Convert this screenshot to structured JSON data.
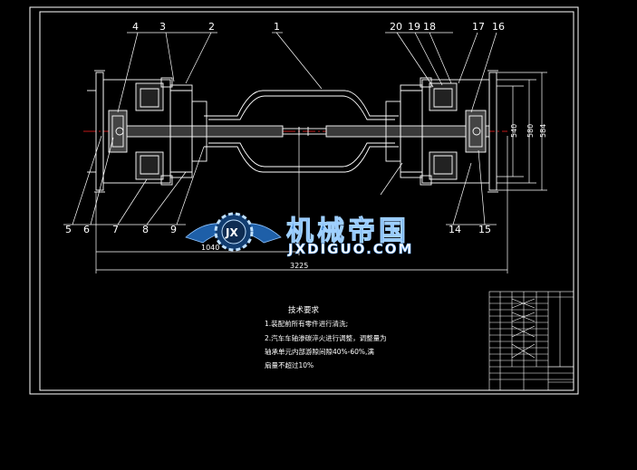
{
  "part_labels": [
    {
      "id": "p1",
      "text": "1"
    },
    {
      "id": "p2",
      "text": "2"
    },
    {
      "id": "p3",
      "text": "3"
    },
    {
      "id": "p4",
      "text": "4"
    },
    {
      "id": "p5",
      "text": "5"
    },
    {
      "id": "p6",
      "text": "6"
    },
    {
      "id": "p7",
      "text": "7"
    },
    {
      "id": "p8",
      "text": "8"
    },
    {
      "id": "p9",
      "text": "9"
    },
    {
      "id": "p14",
      "text": "14"
    },
    {
      "id": "p15",
      "text": "15"
    },
    {
      "id": "p16",
      "text": "16"
    },
    {
      "id": "p17",
      "text": "17"
    },
    {
      "id": "p18",
      "text": "18"
    },
    {
      "id": "p19",
      "text": "19"
    },
    {
      "id": "p20",
      "text": "20"
    }
  ],
  "dimensions": {
    "overall_length": "3225",
    "partial_length": "1040",
    "d1": "540",
    "d2": "580",
    "d3": "584"
  },
  "watermark": {
    "cn": "机械帝国",
    "en": "JXDIGUO.COM",
    "logo_letters": "JX"
  },
  "tech_requirements": {
    "title": "技术要求",
    "line1": "1.装配前所有零件进行清洗;",
    "line2": "2.汽车车轴渗碳淬火进行调整，调整量为",
    "line3": "轴承单元内部游隙间隙40%-60%,满",
    "line4": "扇量不超过10%"
  },
  "colors": {
    "background": "#000000",
    "line": "#ffffff",
    "centerline": "#ff2020",
    "watermark_blue": "#2a78c8"
  }
}
